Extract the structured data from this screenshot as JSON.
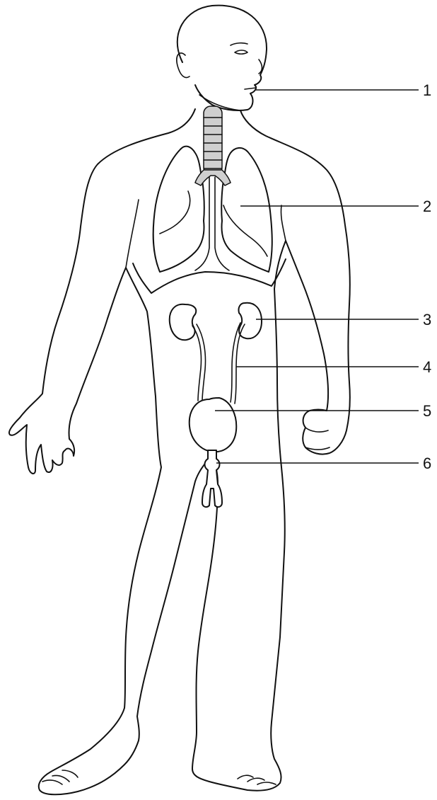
{
  "labels": [
    {
      "id": "1",
      "text": "1"
    },
    {
      "id": "2",
      "text": "2"
    },
    {
      "id": "3",
      "text": "3"
    },
    {
      "id": "4",
      "text": "4"
    },
    {
      "id": "5",
      "text": "5"
    },
    {
      "id": "6",
      "text": "6"
    }
  ],
  "colors": {
    "line": "#111111",
    "background": "#ffffff",
    "trachea": "#cfcfcf"
  }
}
